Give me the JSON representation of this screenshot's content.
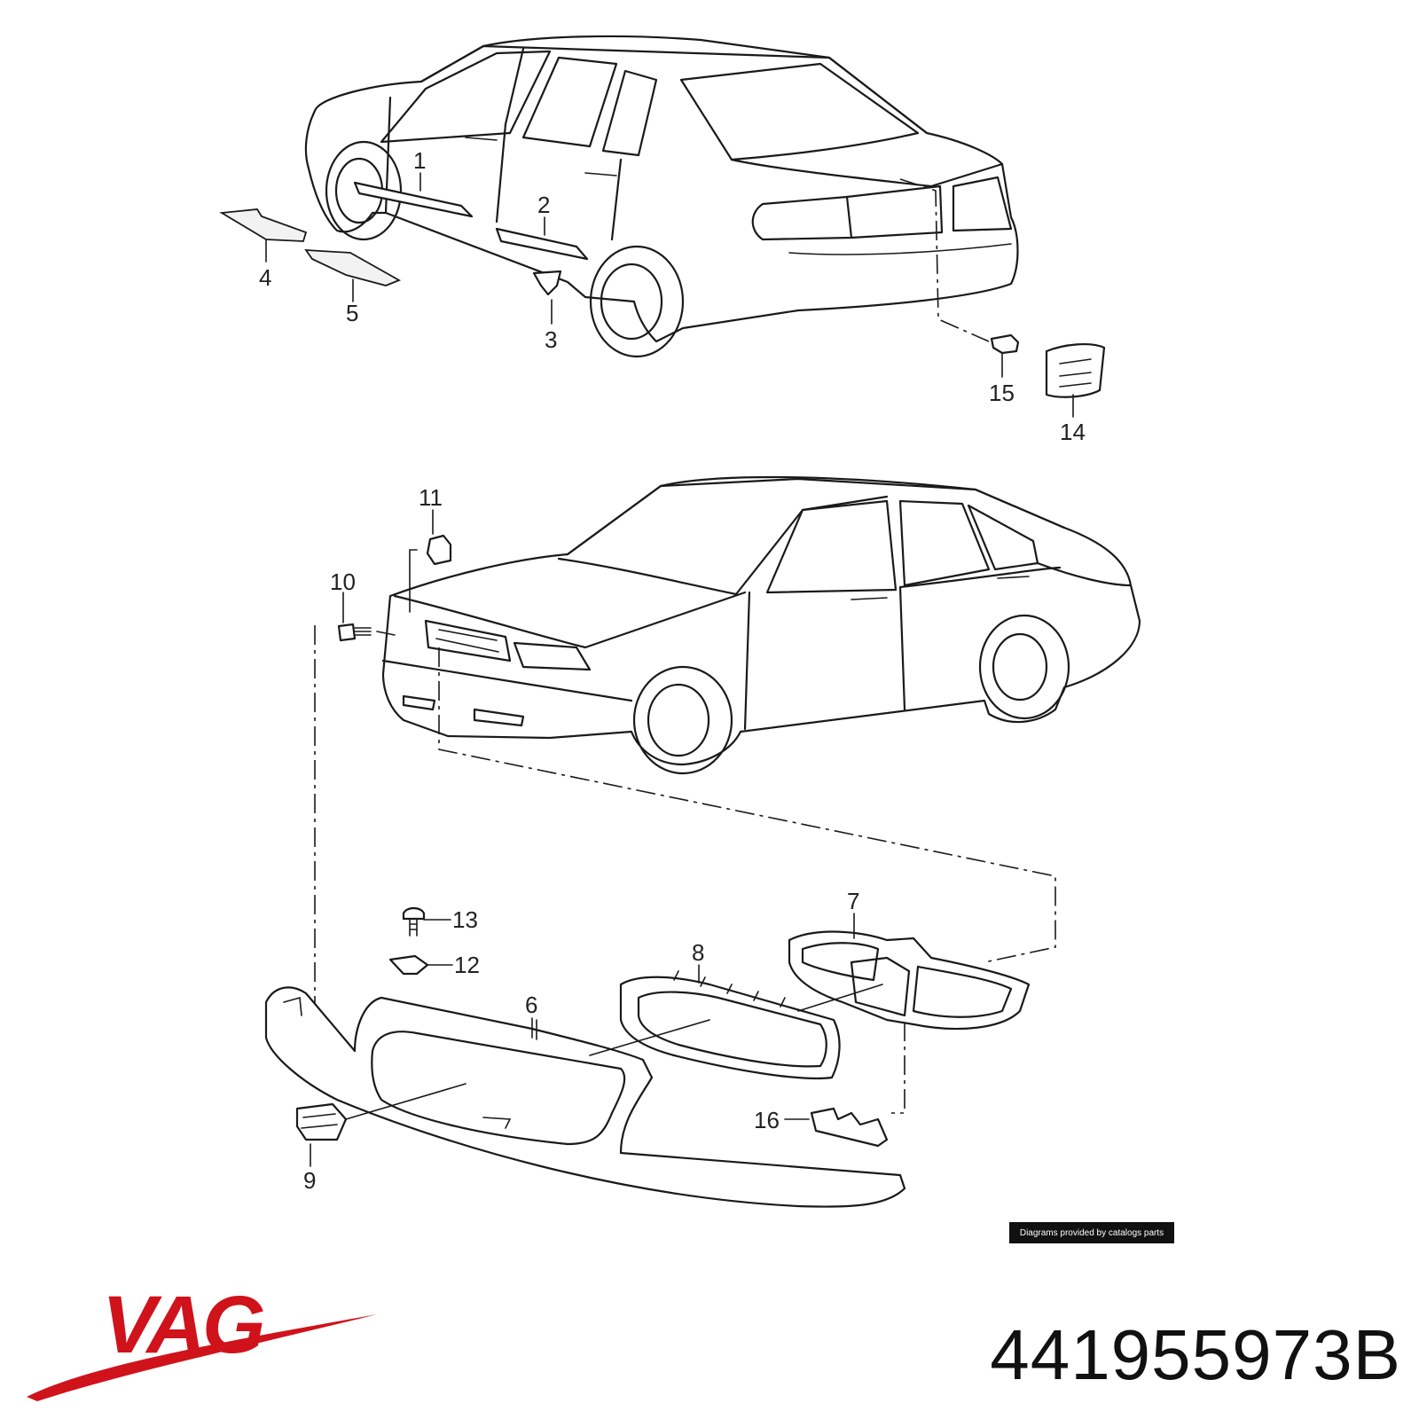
{
  "diagram": {
    "callouts": [
      {
        "id": "1",
        "label": "1"
      },
      {
        "id": "2",
        "label": "2"
      },
      {
        "id": "3",
        "label": "3"
      },
      {
        "id": "4",
        "label": "4"
      },
      {
        "id": "5",
        "label": "5"
      },
      {
        "id": "6",
        "label": "6"
      },
      {
        "id": "7",
        "label": "7"
      },
      {
        "id": "8",
        "label": "8"
      },
      {
        "id": "9",
        "label": "9"
      },
      {
        "id": "10",
        "label": "10"
      },
      {
        "id": "11",
        "label": "11"
      },
      {
        "id": "12",
        "label": "12"
      },
      {
        "id": "13",
        "label": "13"
      },
      {
        "id": "14",
        "label": "14"
      },
      {
        "id": "15",
        "label": "15"
      },
      {
        "id": "16",
        "label": "16"
      }
    ],
    "credit": "Diagrams provided by catalogs parts"
  },
  "brand": {
    "logo_text": "VAG",
    "logo_color": "#d0121b"
  },
  "part_number": "441955973B"
}
